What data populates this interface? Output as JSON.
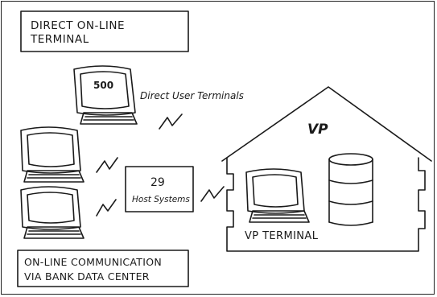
{
  "title_box": {
    "line1": "DIRECT ON-LINE",
    "line2": "TERMINAL"
  },
  "direct_terminal": {
    "count_label": "500",
    "caption": "Direct User Terminals"
  },
  "host_box": {
    "number": "29",
    "label": "Host Systems"
  },
  "vp_house": {
    "logo": "VP",
    "terminal_label": "VP TERMINAL"
  },
  "bottom_box": {
    "line1": "ON-LINE COMMUNICATION",
    "line2": "VIA BANK DATA CENTER"
  },
  "colors": {
    "ink": "#1a1a1a",
    "paper": "#ffffff"
  }
}
